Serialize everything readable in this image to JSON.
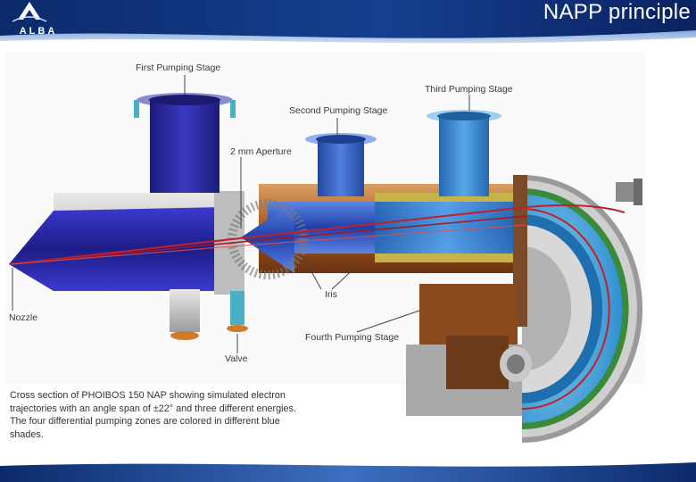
{
  "slide": {
    "title": "NAPP principle",
    "logo_text": "ALBA"
  },
  "figure": {
    "labels": {
      "first_pumping_stage": "First Pumping Stage",
      "second_pumping_stage": "Second Pumping Stage",
      "third_pumping_stage": "Third Pumping Stage",
      "aperture": "2 mm Aperture",
      "nozzle": "Nozzle",
      "iris": "Iris",
      "fourth_pumping_stage": "Fourth Pumping Stage",
      "valve": "Valve"
    },
    "caption": "Cross section of PHOIBOS 150 NAP showing simulated electron trajectories with an angle span of ±22° and three different energies. The four differential pumping zones are colored in different blue shades."
  },
  "colors": {
    "header_dark": "#0b2a6b",
    "header_light": "#5f8fd0",
    "stage1": "#2b2a9e",
    "stage2": "#3a62c8",
    "stage3": "#3f8fd8",
    "stage4": "#58b6e6",
    "copper": "#b8652a",
    "beam": "#c0202a"
  }
}
